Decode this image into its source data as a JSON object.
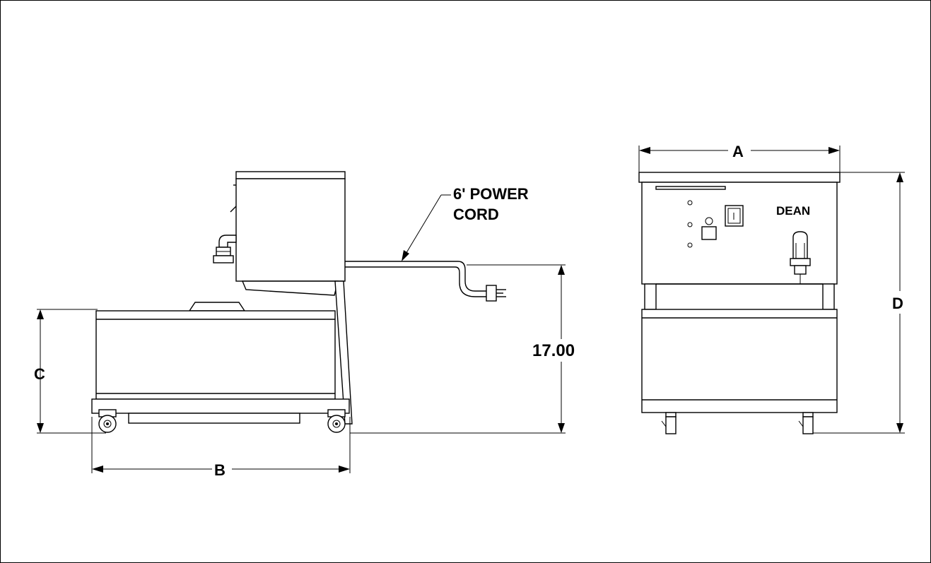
{
  "labels": {
    "dim_a": "A",
    "dim_b": "B",
    "dim_c": "C",
    "dim_d": "D",
    "dim_height": "17.00",
    "power_cord_line1": "6' POWER",
    "power_cord_line2": "CORD",
    "brand": "DEAN"
  }
}
